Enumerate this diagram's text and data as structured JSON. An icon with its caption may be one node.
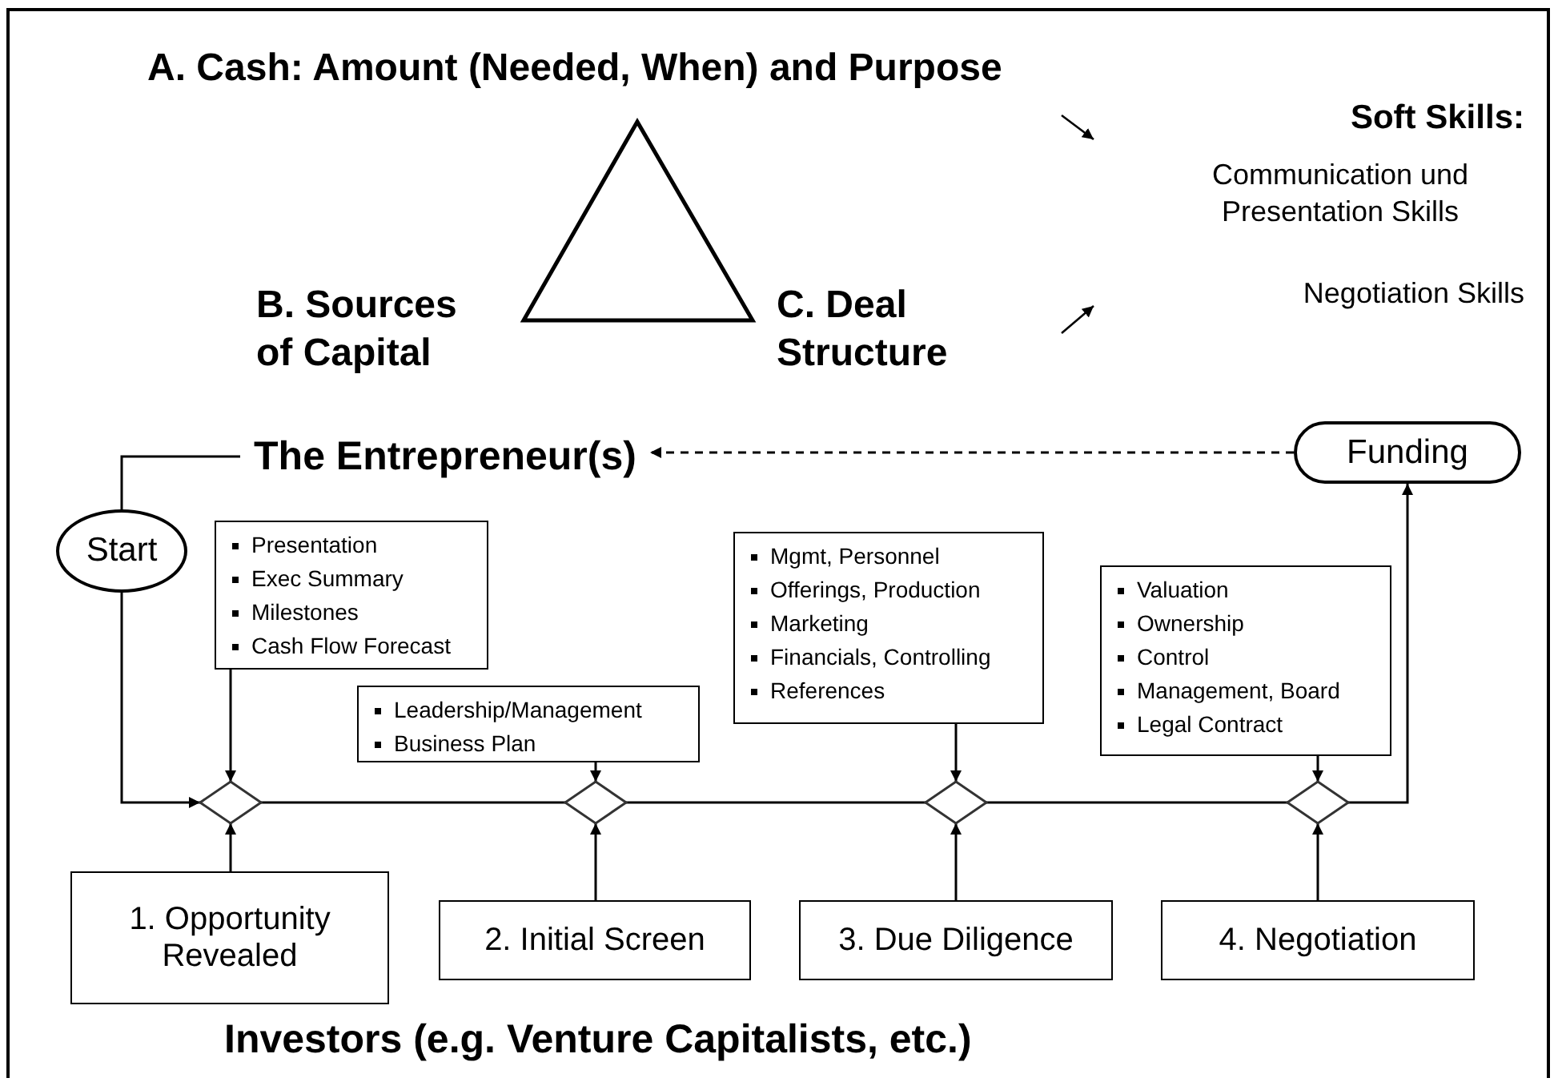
{
  "diagram": {
    "nodes": [
      {
        "text": [
          "The Entrepreneur(s)"
        ]
      },
      {
        "text": [
          "Start"
        ]
      },
      {
        "text": [
          "Funding"
        ]
      },
      {
        "text": [
          "Presentation",
          "Exec Summary",
          "Milestones",
          "Cash Flow Forecast"
        ]
      },
      {
        "text": [
          "Leadership/Management",
          "Business Plan"
        ]
      },
      {
        "text": [
          "Mgmt, Personnel",
          "Offerings, Production",
          "Marketing",
          "Financials, Controlling",
          "References"
        ]
      },
      {
        "text": [
          "Valuation",
          "Ownership",
          "Control",
          "Management, Board",
          "Legal Contract"
        ]
      },
      {
        "text": [],
        "shape": "diamond"
      },
      {
        "text": [],
        "shape": "diamond"
      },
      {
        "text": [],
        "shape": "diamond"
      },
      {
        "text": [],
        "shape": "diamond"
      },
      {
        "text": [
          "1. Opportunity Revealed"
        ]
      },
      {
        "text": [
          "2. Initial Screen"
        ]
      },
      {
        "text": [
          "3. Due Diligence"
        ]
      },
      {
        "text": [
          "4. Negotiation"
        ]
      }
    ],
    "edges": [
      {
        "from": 1,
        "to": 0,
        "arrow": "none"
      },
      {
        "from": 1,
        "to": 7,
        "arrow": "to"
      },
      {
        "from": 3,
        "to": 7,
        "arrow": "to"
      },
      {
        "from": 11,
        "to": 7,
        "arrow": "to"
      },
      {
        "from": 7,
        "to": 8,
        "arrow": "none"
      },
      {
        "from": 4,
        "to": 8,
        "arrow": "to"
      },
      {
        "from": 12,
        "to": 8,
        "arrow": "to"
      },
      {
        "from": 8,
        "to": 9,
        "arrow": "none"
      },
      {
        "from": 5,
        "to": 9,
        "arrow": "to"
      },
      {
        "from": 13,
        "to": 9,
        "arrow": "to"
      },
      {
        "from": 9,
        "to": 10,
        "arrow": "none"
      },
      {
        "from": 6,
        "to": 10,
        "arrow": "to"
      },
      {
        "from": 14,
        "to": 10,
        "arrow": "to"
      },
      {
        "from": 10,
        "to": 2,
        "arrow": "to"
      },
      {
        "from": 2,
        "to": 0,
        "arrow": "to",
        "style": "dashed"
      }
    ],
    "labels": [
      "A. Cash: Amount (Needed, When) and Purpose",
      "B. Sources of Capital",
      "C. Deal Structure",
      "Soft Skills:",
      "Communication und Presentation Skills",
      "Negotiation Skills",
      "Investors (e.g. Venture Capitalists, etc.)"
    ]
  }
}
